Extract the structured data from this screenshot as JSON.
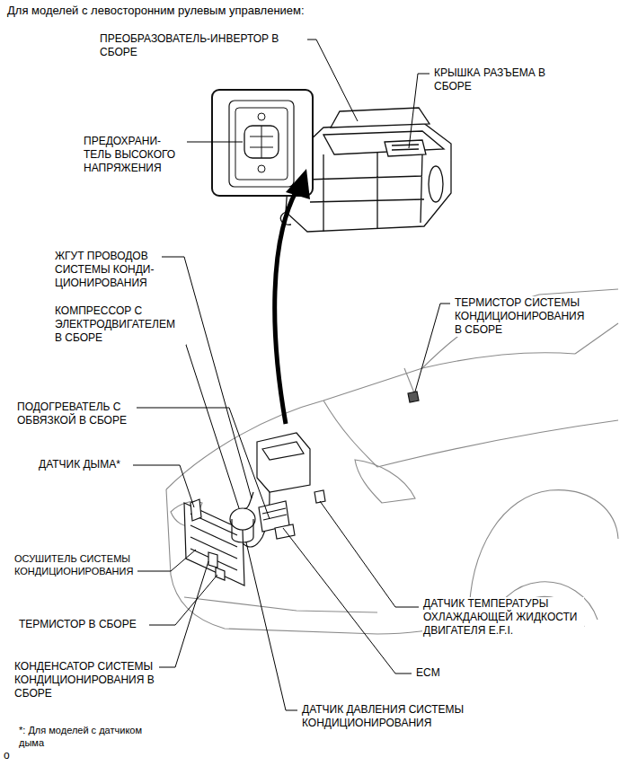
{
  "diagram": {
    "title": "Для моделей с левосторонним рулевым управлением:",
    "labels": [
      "ПРЕОБРАЗОВАТЕЛЬ-ИНВЕРТОР В СБОРЕ",
      "КРЫШКА РАЗЪЕМА В СБОРЕ",
      "ПРЕДОХРАНИ- ТЕЛЬ ВЫСОКОГО НАПРЯЖЕНИЯ",
      "ЖГУТ ПРОВОДОВ СИСТЕМЫ КОНДИ- ЦИОНИРОВАНИЯ",
      "КОМПРЕССОР С ЭЛЕКТРОДВИГАТЕЛЕМ В СБОРЕ",
      "ТЕРМИСТОР СИСТЕМЫ КОНДИЦИОНИРОВАНИЯ В СБОРЕ",
      "ПОДОГРЕВАТЕЛЬ С ОБВЯЗКОЙ В СБОРЕ",
      "ДАТЧИК ДЫМА*",
      "ОСУШИТЕЛЬ СИСТЕМЫ КОНДИЦИОНИРОВАНИЯ",
      "ТЕРМИСТОР В СБОРЕ",
      "КОНДЕНСАТОР СИСТЕМЫ КОНДИЦИОНИРОВАНИЯ В СБОРЕ",
      "ДАТЧИК ТЕМПЕРАТУРЫ ОХЛАЖДАЮЩЕЙ ЖИДКОСТИ ДВИГАТЕЛЯ E.F.I.",
      "ECM",
      "ДАТЧИК ДАВЛЕНИЯ СИСТЕМЫ КОНДИЦИОНИРОВАНИЯ",
      "*: Для моделей с датчиком дыма",
      "o"
    ]
  }
}
